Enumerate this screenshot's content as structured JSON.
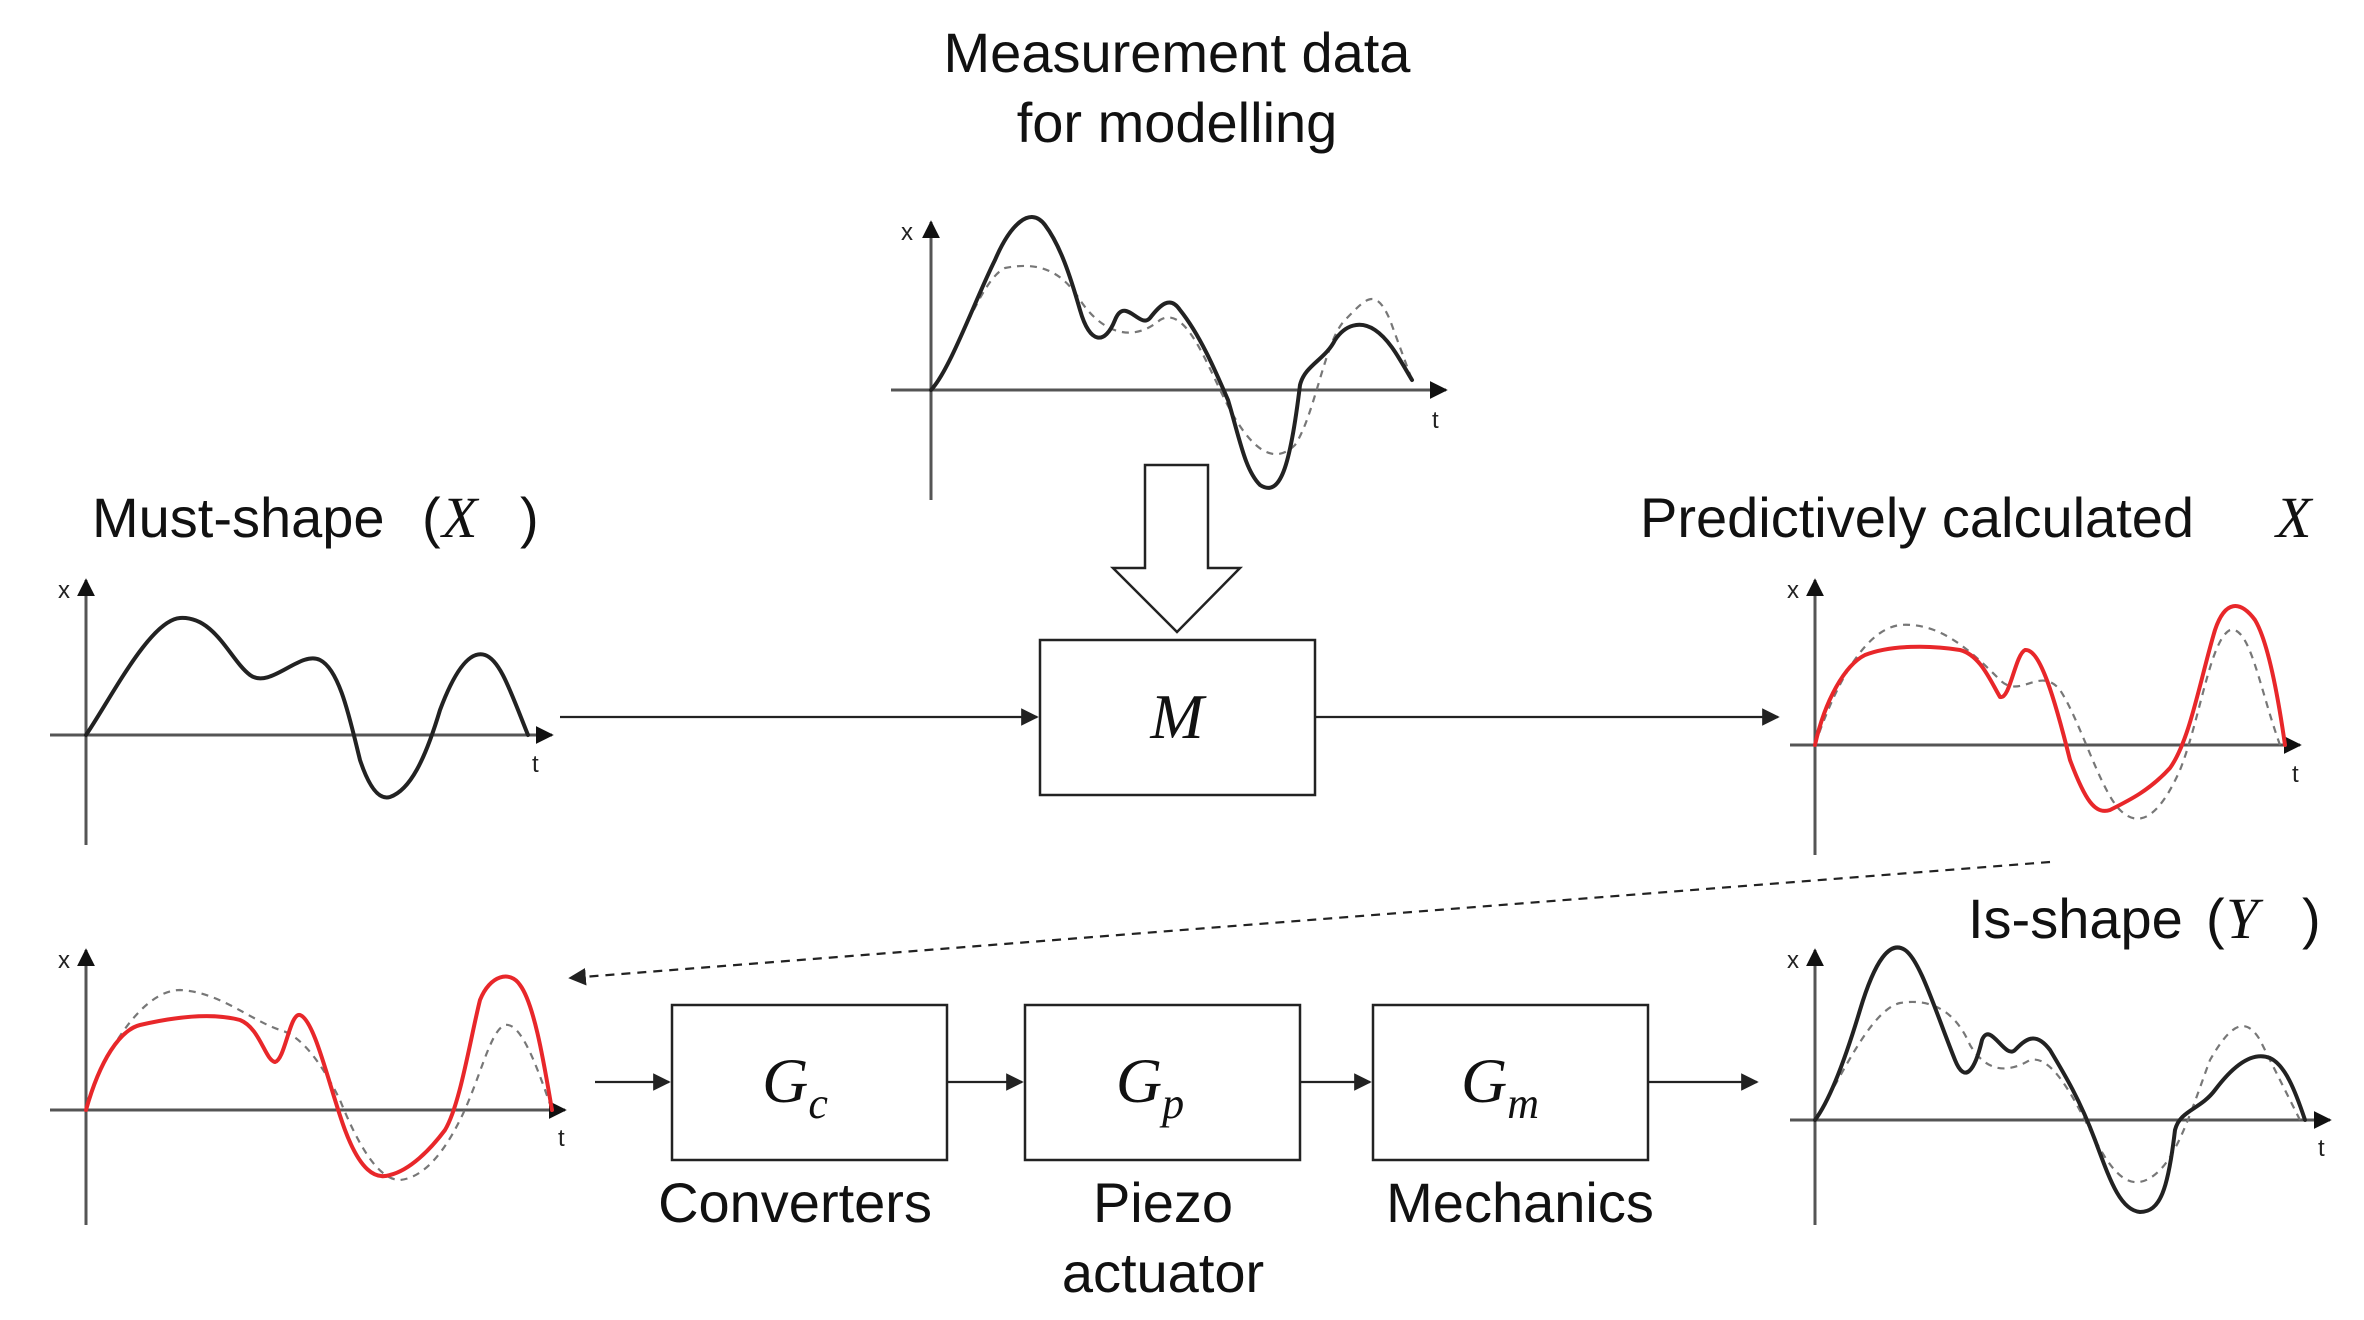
{
  "colors": {
    "black_curve": "#222222",
    "red_curve": "#e8272a",
    "dashed_curve": "#777777"
  },
  "titles": {
    "measurement_line1": "Measurement data",
    "measurement_line2": "for modelling",
    "must_shape_text": "Must-shape",
    "must_shape_symbol": "X",
    "predictive_text": "Predictively calculated",
    "predictive_symbol": "X",
    "is_shape_text": "Is-shape",
    "is_shape_symbol": "Y"
  },
  "axes": {
    "x_letter": "x",
    "t_letter": "t"
  },
  "blocks": {
    "model": {
      "symbol": "M"
    },
    "converters": {
      "symbol": "G",
      "subscript": "c",
      "label": "Converters"
    },
    "piezo": {
      "symbol": "G",
      "subscript": "p",
      "label_line1": "Piezo",
      "label_line2": "actuator"
    },
    "mechanics": {
      "symbol": "G",
      "subscript": "m",
      "label": "Mechanics"
    }
  }
}
